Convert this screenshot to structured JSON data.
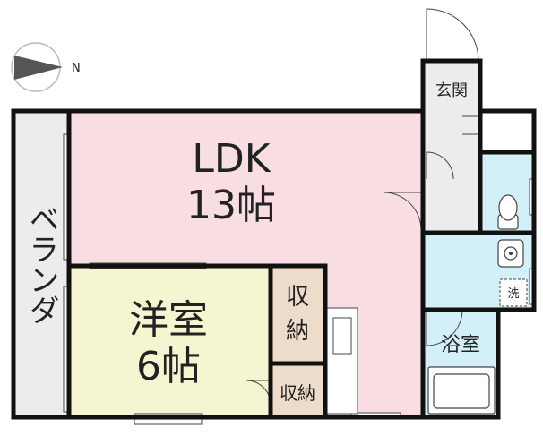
{
  "compass": {
    "direction_label": "N"
  },
  "rooms": {
    "ldk": {
      "name": "LDK",
      "size": "13帖",
      "color": "#f8dde3"
    },
    "western": {
      "name": "洋室",
      "size": "6帖",
      "color": "#f6f5d2"
    },
    "storage_top": {
      "line1": "収",
      "line2": "納",
      "color": "#eddcc9"
    },
    "storage_bottom": {
      "name": "収納",
      "color": "#eddcc9"
    },
    "veranda": {
      "name": "ベランダ",
      "color": "#ececec"
    },
    "entrance": {
      "name": "玄関",
      "color": "#ececec"
    },
    "washroom": {
      "color": "#d3f0f8"
    },
    "bath": {
      "name": "浴室",
      "color": "#d3f0f8"
    },
    "laundry": {
      "label": "洗"
    }
  }
}
